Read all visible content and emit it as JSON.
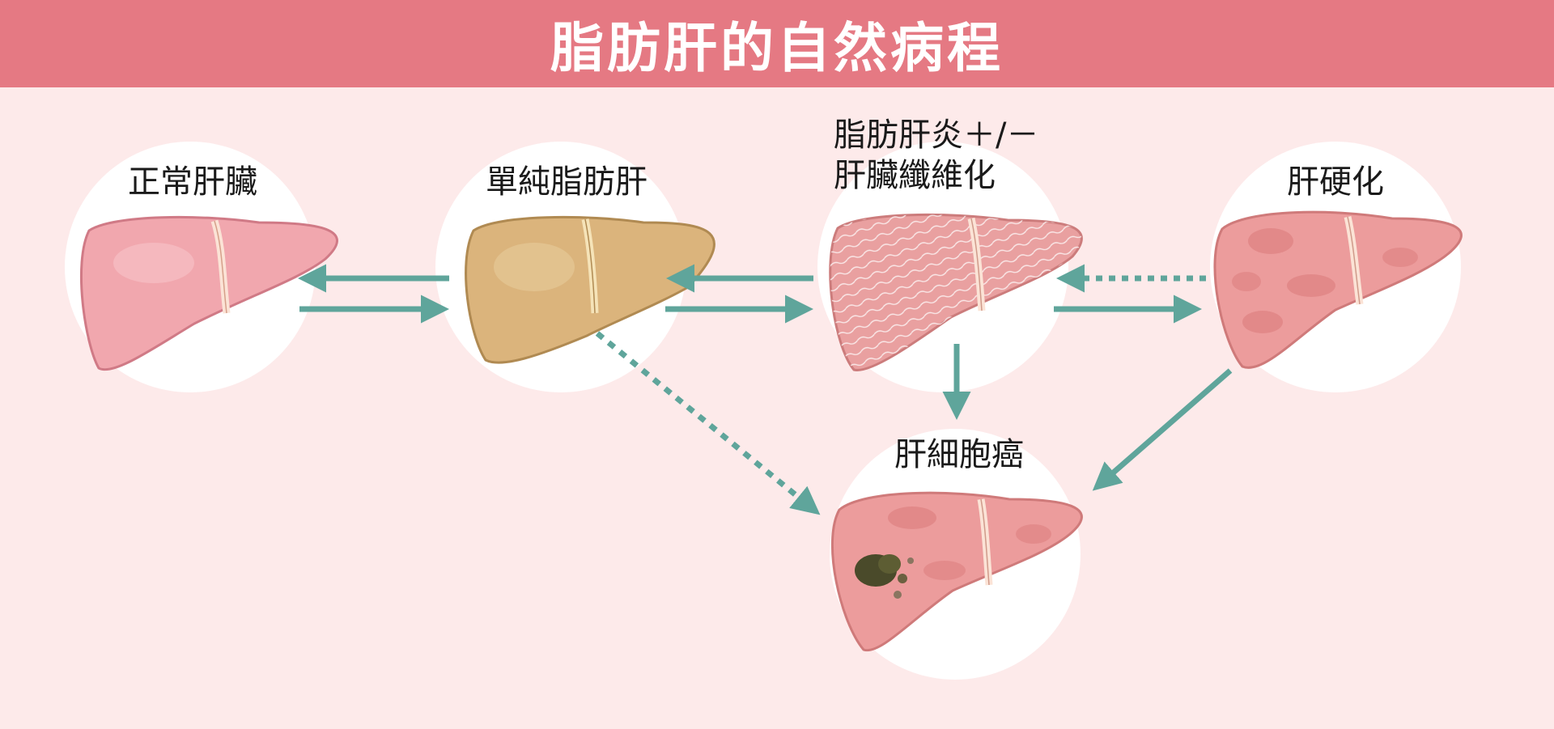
{
  "title": "脂肪肝的自然病程",
  "stages": {
    "normal": {
      "lines": [
        "正常肝臟"
      ]
    },
    "fatty": {
      "lines": [
        "單純脂肪肝"
      ]
    },
    "nash": {
      "lines": [
        "脂肪肝炎＋/－",
        "肝臟纖維化"
      ]
    },
    "cirrhosis": {
      "lines": [
        "肝硬化"
      ]
    },
    "hcc": {
      "lines": [
        "肝細胞癌"
      ]
    }
  },
  "colors": {
    "banner": "#e57983",
    "background": "#fdeaea",
    "arrow": "#5fa59b",
    "normal_liver": "#f1a7ae",
    "fatty_liver": "#dbb47c",
    "nash_liver": "#e9a0a0",
    "cirrhosis_liver": "#ec9c9c",
    "hcc_liver": "#ec9c9c",
    "tumor": "#4a4a2a"
  },
  "arrows": [
    {
      "from": "fatty",
      "to": "normal",
      "style": "solid"
    },
    {
      "from": "normal",
      "to": "fatty",
      "style": "solid"
    },
    {
      "from": "nash",
      "to": "fatty",
      "style": "solid"
    },
    {
      "from": "fatty",
      "to": "nash",
      "style": "solid"
    },
    {
      "from": "cirrhosis",
      "to": "nash",
      "style": "dotted"
    },
    {
      "from": "nash",
      "to": "cirrhosis",
      "style": "solid"
    },
    {
      "from": "nash",
      "to": "hcc",
      "style": "solid"
    },
    {
      "from": "fatty",
      "to": "hcc",
      "style": "dotted"
    },
    {
      "from": "cirrhosis",
      "to": "hcc",
      "style": "solid"
    }
  ]
}
